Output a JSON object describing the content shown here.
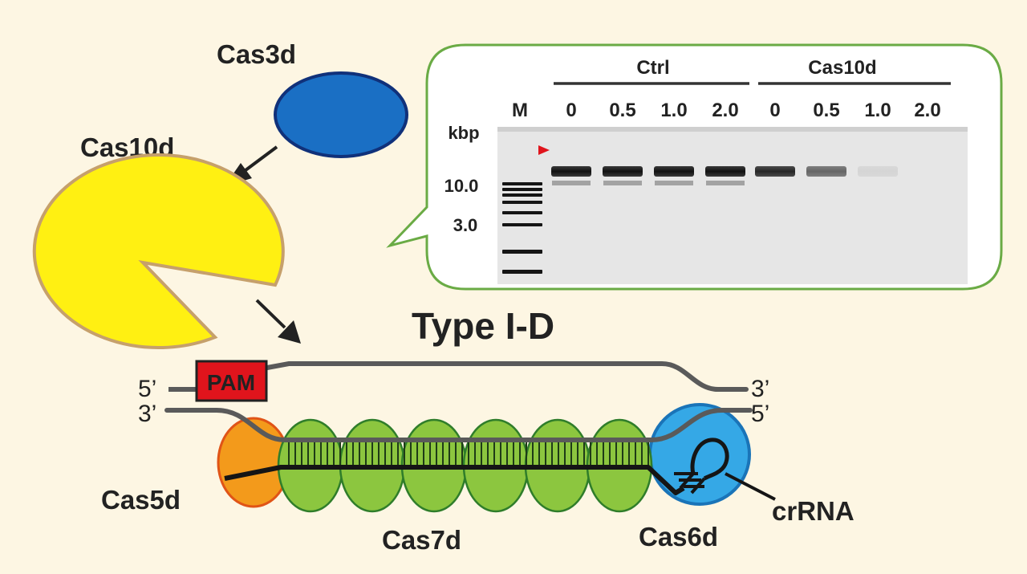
{
  "title": "Type I-D",
  "proteins": {
    "cas3d": "Cas3d",
    "cas10d": "Cas10d",
    "cas5d": "Cas5d",
    "cas7d": "Cas7d",
    "cas6d": "Cas6d",
    "crrna": "crRNA"
  },
  "pam": "PAM",
  "dna_ends": {
    "top_left": "5’",
    "top_right": "3’",
    "bottom_left": "3’",
    "bottom_right": "5’"
  },
  "gel": {
    "marker_label": "M",
    "size_unit": "kbp",
    "size_marks": [
      "10.0",
      "3.0"
    ],
    "groups": [
      {
        "name": "Ctrl",
        "lanes": [
          "0",
          "0.5",
          "1.0",
          "2.0"
        ]
      },
      {
        "name": "Cas10d",
        "lanes": [
          "0",
          "0.5",
          "1.0",
          "2.0"
        ]
      }
    ],
    "band_intensity": [
      1.0,
      1.0,
      1.0,
      1.0,
      0.9,
      0.6,
      0.08,
      0.0
    ]
  },
  "colors": {
    "background": "#fdf6e3",
    "cas3d": "#1a6fc4",
    "cas10d": "#fff012",
    "cas5d": "#f39a1b",
    "cas7d": "#8cc63f",
    "cas6d": "#35a8e6",
    "pam": "#e0141c",
    "bubble_border": "#6aab45",
    "pam_marker": "#e0141c"
  }
}
